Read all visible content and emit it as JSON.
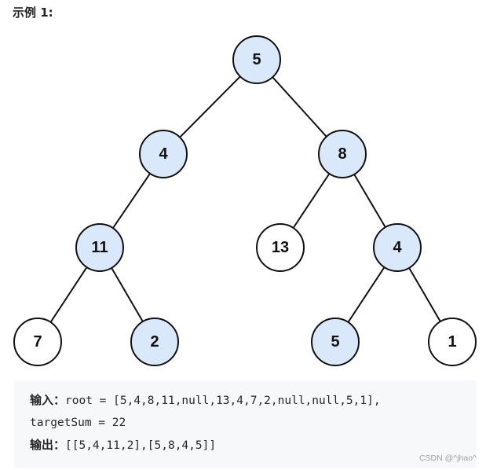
{
  "heading": "示例 1:",
  "tree": {
    "colors": {
      "highlight": "#dae8fc",
      "normal": "#ffffff",
      "stroke": "#111111"
    },
    "nodes": [
      {
        "id": "n5",
        "label": "5",
        "highlighted": true
      },
      {
        "id": "n4a",
        "label": "4",
        "highlighted": true
      },
      {
        "id": "n8",
        "label": "8",
        "highlighted": true
      },
      {
        "id": "n11",
        "label": "11",
        "highlighted": true
      },
      {
        "id": "n13",
        "label": "13",
        "highlighted": false
      },
      {
        "id": "n4b",
        "label": "4",
        "highlighted": true
      },
      {
        "id": "n7",
        "label": "7",
        "highlighted": false
      },
      {
        "id": "n2",
        "label": "2",
        "highlighted": true
      },
      {
        "id": "n5b",
        "label": "5",
        "highlighted": true
      },
      {
        "id": "n1",
        "label": "1",
        "highlighted": false
      }
    ],
    "edges": [
      [
        "n5",
        "n4a"
      ],
      [
        "n5",
        "n8"
      ],
      [
        "n4a",
        "n11"
      ],
      [
        "n8",
        "n13"
      ],
      [
        "n8",
        "n4b"
      ],
      [
        "n11",
        "n7"
      ],
      [
        "n11",
        "n2"
      ],
      [
        "n4b",
        "n5b"
      ],
      [
        "n4b",
        "n1"
      ]
    ]
  },
  "example": {
    "input_label": "输入：",
    "input_value": "root = [5,4,8,11,null,13,4,7,2,null,null,5,1],",
    "input_value_cont": "targetSum = 22",
    "output_label": "输出：",
    "output_value": "[[5,4,11,2],[5,8,4,5]]"
  },
  "watermark": "CSDN @^jhao^"
}
